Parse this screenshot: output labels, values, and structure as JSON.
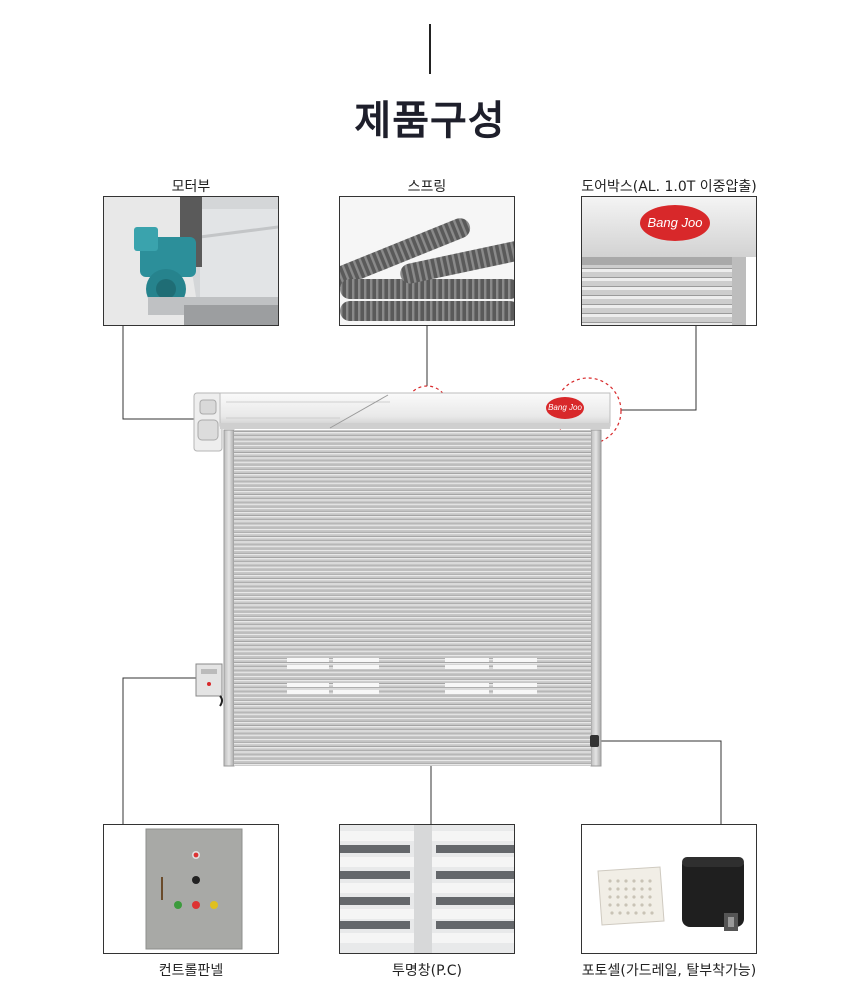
{
  "page": {
    "title": "제품구성"
  },
  "components": {
    "motor": {
      "label": "모터부",
      "icon": "motor-icon"
    },
    "spring": {
      "label": "스프링",
      "icon": "spring-icon"
    },
    "doorbox": {
      "label": "도어박스(AL. 1.0T 이중압출)",
      "icon": "door-box-icon"
    },
    "control_panel": {
      "label": "컨트롤판넬",
      "icon": "control-panel-icon"
    },
    "window": {
      "label": "투명창(P.C)",
      "icon": "window-icon"
    },
    "photocell": {
      "label": "포토셀(가드레일, 탈부착가능)",
      "icon": "photocell-icon"
    }
  },
  "brand": {
    "name_left": "Bang",
    "name_right": "Joo",
    "color": "#d8282a"
  },
  "colors": {
    "highlight_circle": "#d8282a",
    "title": "#1e1f2b",
    "leader_line": "#333333"
  }
}
